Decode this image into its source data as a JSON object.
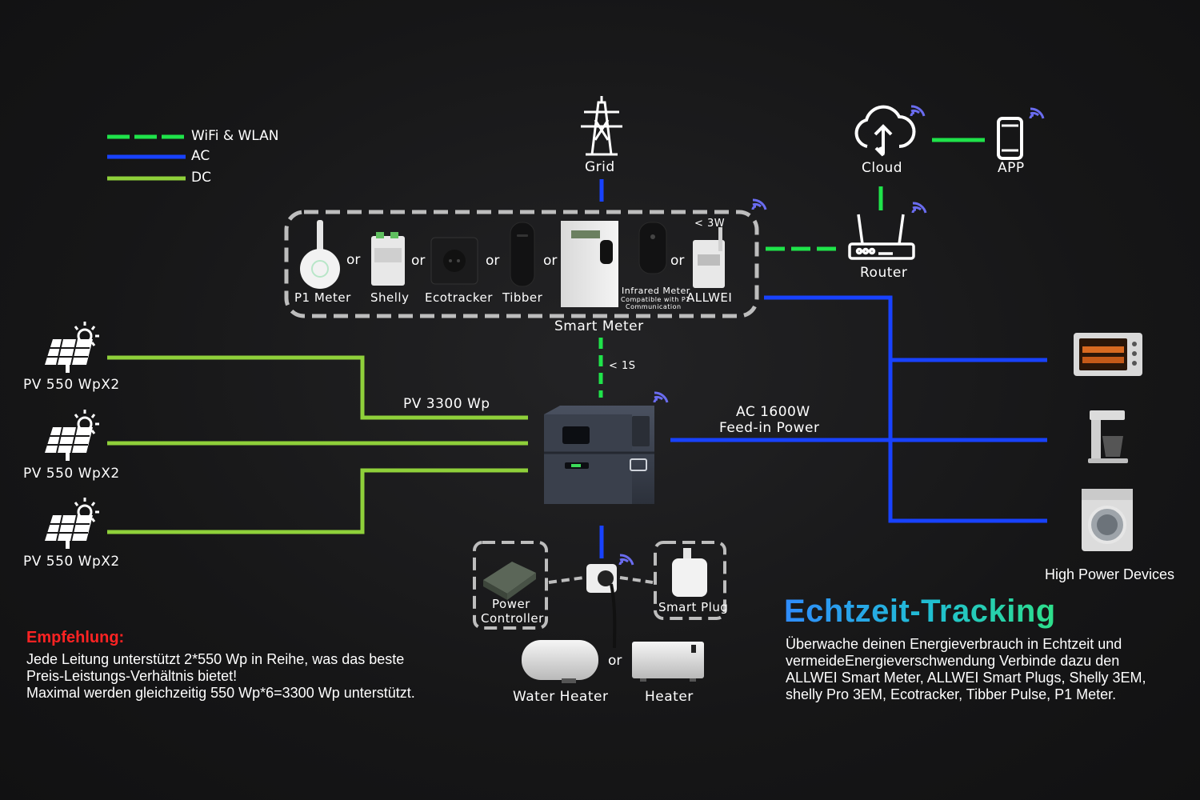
{
  "legend": {
    "wifi_label": "WiFi & WLAN",
    "ac_label": "AC",
    "dc_label": "DC",
    "wifi_color": "#1fe34a",
    "ac_color": "#1842ff",
    "dc_color": "#8fd03a"
  },
  "nodes": {
    "grid": "Grid",
    "cloud": "Cloud",
    "app": "APP",
    "router": "Router",
    "smart_meter": "Smart Meter",
    "p1_meter": "P1 Meter",
    "shelly": "Shelly",
    "ecotracker": "Ecotracker",
    "tibber": "Tibber",
    "infrared_meter": "Infrared Meter",
    "infrared_sub1": "Compatible with P1",
    "infrared_sub2": "Communication",
    "allwei": "ALLWEI",
    "lt3w": "< 3W",
    "or": "or",
    "lt1s": "< 1S",
    "pv1": "PV 550 WpX2",
    "pv2": "PV 550 WpX2",
    "pv3": "PV 550 WpX2",
    "pv_total": "PV 3300 Wp",
    "ac_power_1": "AC 1600W",
    "ac_power_2": "Feed-in Power",
    "power_controller_1": "Power",
    "power_controller_2": "Controller",
    "smart_plug": "Smart Plug",
    "water_heater": "Water Heater",
    "heater": "Heater",
    "high_power_devices": "High Power Devices"
  },
  "recommendation": {
    "heading": "Empfehlung:",
    "line1": "Jede Leitung unterstützt 2*550 Wp in Reihe, was das beste",
    "line2": "Preis-Leistungs-Verhältnis bietet!",
    "line3": "Maximal werden gleichzeitig 550 Wp*6=3300 Wp unterstützt."
  },
  "tracking": {
    "title": "Echtzeit-Tracking",
    "line1": "Überwache deinen Energieverbrauch in Echtzeit und",
    "line2": "vermeideEnergieverschwendung Verbinde dazu den",
    "line3": "ALLWEI Smart Meter, ALLWEI Smart Plugs, Shelly 3EM,",
    "line4": "shelly Pro 3EM,  Ecotracker,  Tibber Pulse,  P1 Meter."
  }
}
